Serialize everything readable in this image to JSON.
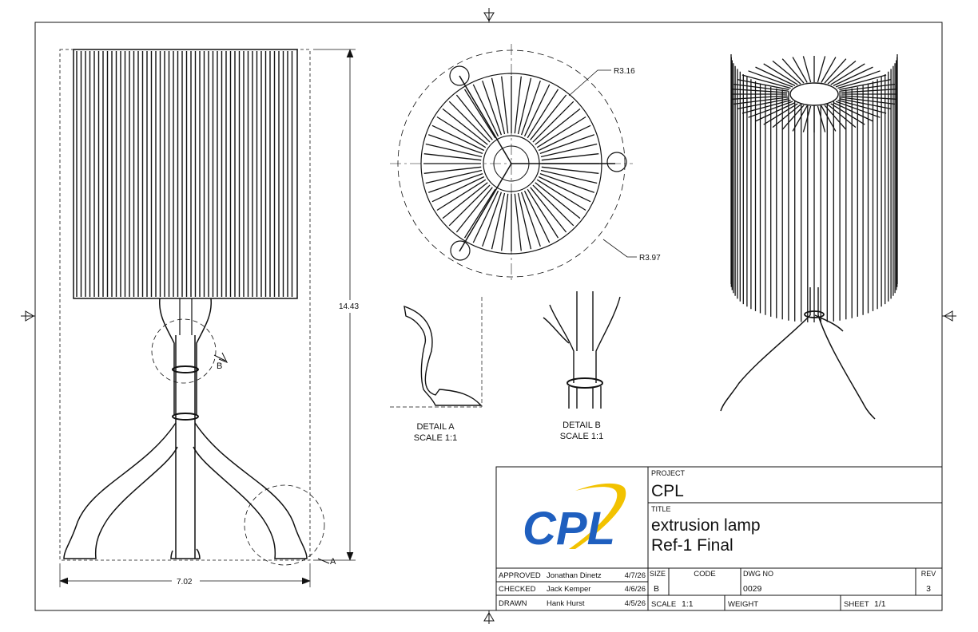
{
  "dimensions": {
    "height": "14.43",
    "width": "7.02",
    "radius_inner": "R3.16",
    "radius_outer": "R3.97",
    "detail_a_marker": "A",
    "detail_b_marker": "B"
  },
  "details": {
    "a_title": "DETAIL A",
    "a_scale": "SCALE 1:1",
    "b_title": "DETAIL B",
    "b_scale": "SCALE 1:1"
  },
  "title_block": {
    "logo_text": "CPL",
    "logo_colors": {
      "blue": "#1f5fbf",
      "yellow": "#f2c200"
    },
    "project_label": "PROJECT",
    "project_value": "CPL",
    "title_label": "TITLE",
    "title_line1": "extrusion lamp",
    "title_line2": "Ref-1 Final",
    "approved_label": "APPROVED",
    "approved_name": "Jonathan Dinetz",
    "approved_date": "4/7/26",
    "checked_label": "CHECKED",
    "checked_name": "Jack Kemper",
    "checked_date": "4/6/26",
    "drawn_label": "DRAWN",
    "drawn_name": "Hank Hurst",
    "drawn_date": "4/5/26",
    "size_label": "SIZE",
    "size_value": "B",
    "code_label": "CODE",
    "dwg_label": "DWG NO",
    "dwg_value": "0029",
    "rev_label": "REV",
    "rev_value": "3",
    "scale_label": "SCALE",
    "scale_value": "1:1",
    "weight_label": "WEIGHT",
    "sheet_label": "SHEET",
    "sheet_value": "1/1"
  }
}
